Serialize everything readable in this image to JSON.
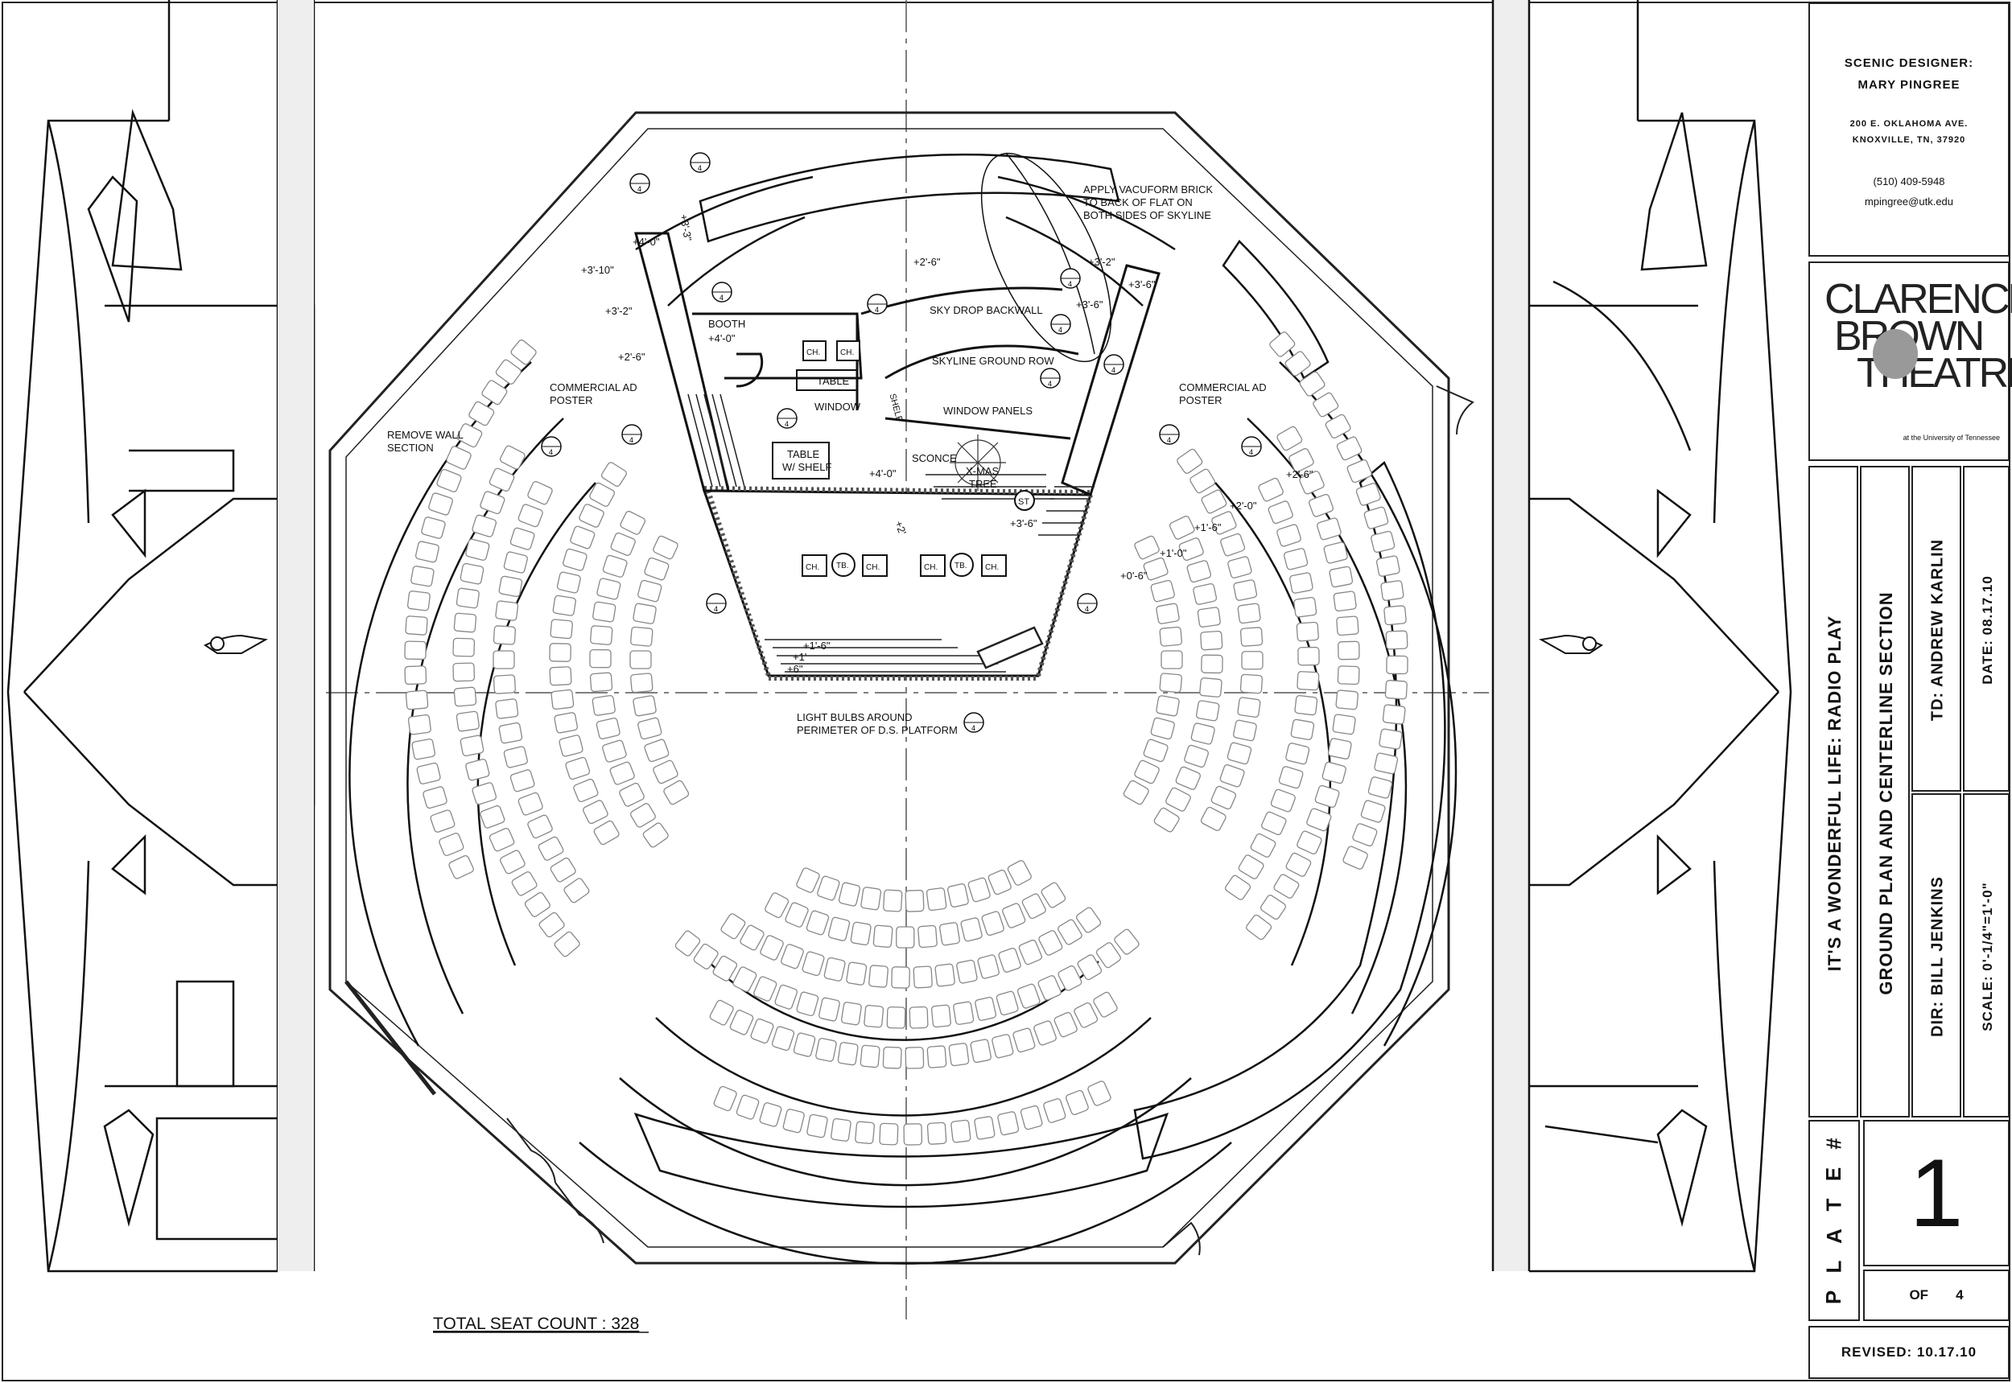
{
  "designer": {
    "heading": "SCENIC DESIGNER:",
    "name": "MARY PINGREE",
    "address_line1": "200 E. OKLAHOMA AVE.",
    "address_line2": "KNOXVILLE, TN, 37920",
    "phone": "(510) 409-5948",
    "email": "mpingree@utk.edu"
  },
  "logo": {
    "line1": "CLARENCE",
    "line2": "BROWN",
    "line3": "THEATRE",
    "tagline": "at the University of Tennessee"
  },
  "title_block": {
    "show_title": "IT'S A WONDERFUL LIFE: RADIO PLAY",
    "sheet_title": "GROUND PLAN AND CENTERLINE SECTION",
    "director": "DIR: BILL JENKINS",
    "technical_director": "TD: ANDREW KARLIN",
    "scale": "SCALE: 0'-1/4\"=1'-0\"",
    "date": "DATE: 08.17.10",
    "plate_label": [
      "P",
      "L",
      "A",
      "T",
      "E",
      "#"
    ],
    "plate_number": "1",
    "of_label": "OF",
    "of_total": "4",
    "revised": "REVISED: 10.17.10"
  },
  "plan_labels": {
    "seat_count": "TOTAL SEAT COUNT : 328",
    "vacuform_note": [
      "APPLY VACUFORM BRICK",
      "TO BACK OF FLAT ON",
      "BOTH SIDES OF SKYLINE"
    ],
    "sky_drop": "SKY DROP BACKWALL",
    "skyline_ground_row": "SKYLINE GROUND ROW",
    "window_panels": "WINDOW PANELS",
    "booth": "BOOTH",
    "booth_height": "+4'-0\"",
    "table": "TABLE",
    "window": "WINDOW",
    "table_shelf": [
      "TABLE",
      "W/ SHELF"
    ],
    "sconce": "SCONCE",
    "xmas_tree": [
      "X-MAS",
      "TREE"
    ],
    "st": "ST",
    "chair": "CH.",
    "tb": "TB.",
    "commercial_ad_left": [
      "COMMERCIAL AD",
      "POSTER"
    ],
    "commercial_ad_right": [
      "COMMERCIAL AD",
      "POSTER"
    ],
    "remove_wall": [
      "REMOVE WALL",
      "SECTION"
    ],
    "light_bulbs": [
      "LIGHT BULBS AROUND",
      "PERIMETER OF D.S. PLATFORM"
    ],
    "shelf": "SHELF",
    "heights_left": [
      "+3'-10\"",
      "+3'-2\"",
      "+2'-6\"",
      "+4'-0\"",
      "+3'-3\""
    ],
    "heights_right": [
      "+2'-6\"",
      "+3'-2\"",
      "+3'-6\"",
      "+3'-6\"",
      "+2'-6\"",
      "+2'-0\"",
      "+1'-6\"",
      "+1'-0\"",
      "+0'-6\""
    ],
    "heights_stage": [
      "+4'-0\"",
      "+3'-6\"",
      "+1'-6\"",
      "+1'",
      "+6\"",
      "+2'"
    ],
    "section_tag": "4"
  }
}
